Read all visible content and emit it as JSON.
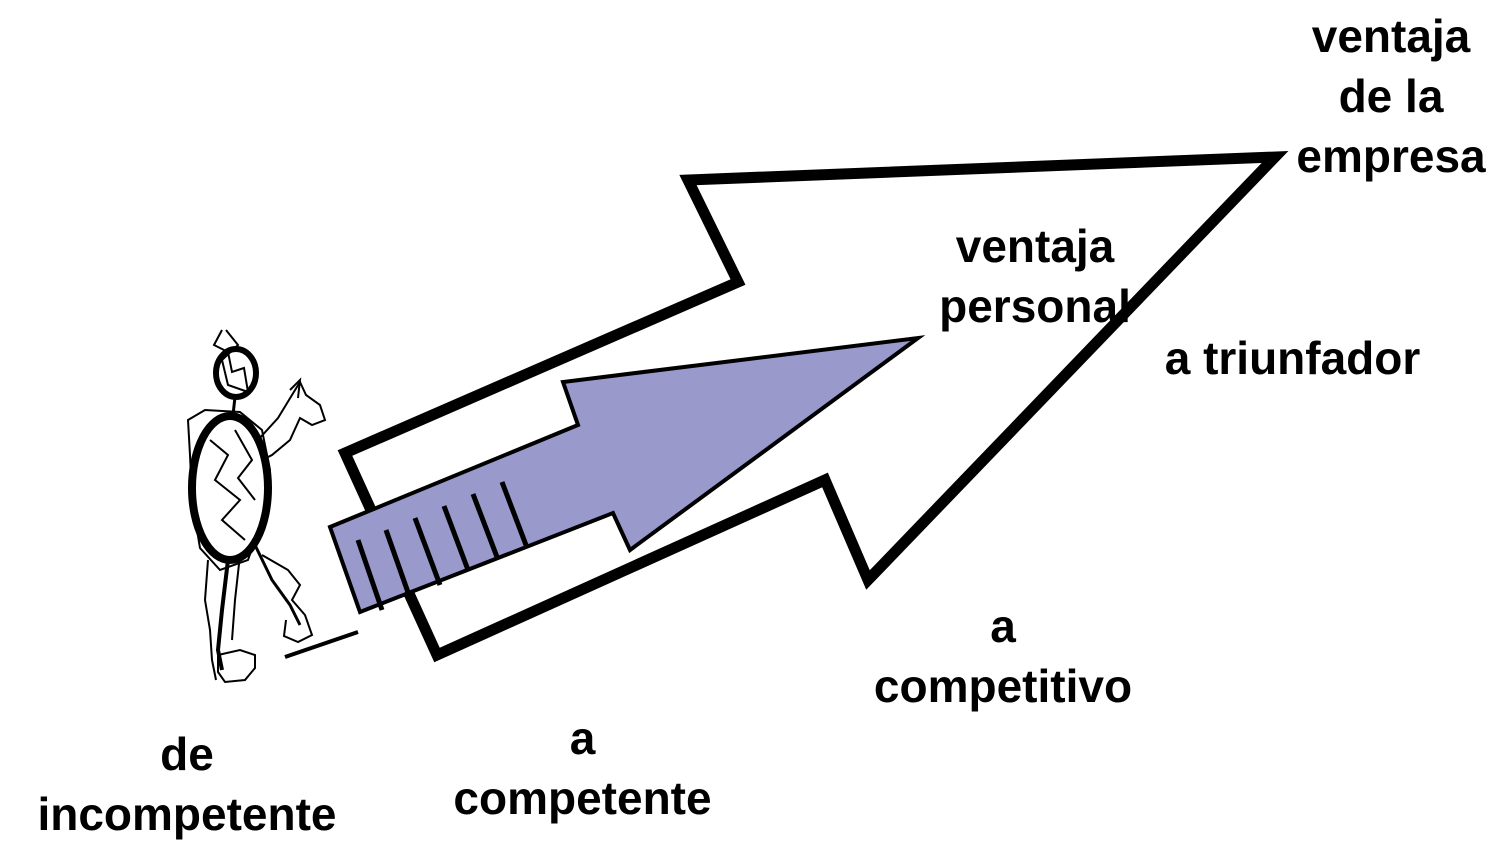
{
  "labels": {
    "ventaja_empresa": [
      "ventaja",
      "de la",
      "empresa"
    ],
    "ventaja_personal": [
      "ventaja",
      "personal"
    ],
    "triunfador": [
      "a triunfador"
    ],
    "competitivo": [
      "a",
      "competitivo"
    ],
    "competente": [
      "a",
      "competente"
    ],
    "incompetente": [
      "de",
      "incompetente"
    ]
  },
  "colors": {
    "inner_arrow_fill": "#9999cc",
    "stroke": "#000000",
    "outer_arrow_fill": "#ffffff"
  },
  "icons": {
    "figure": "sketch-person-icon"
  }
}
